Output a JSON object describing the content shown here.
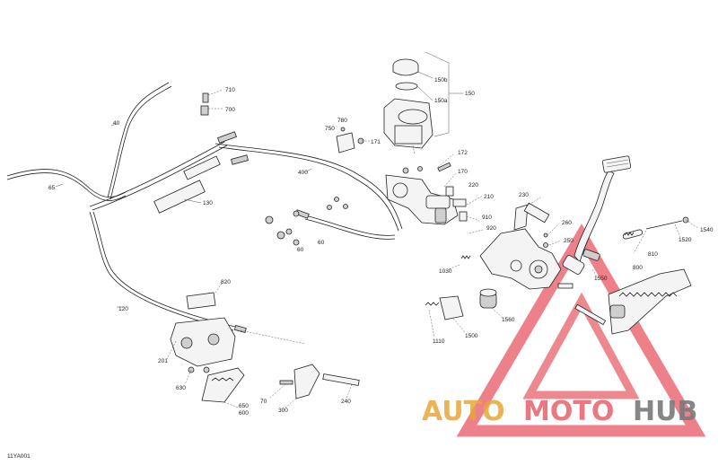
{
  "figure_code": "11YA001",
  "watermark": {
    "part_auto": "AUTO",
    "part_moto": "MOTO",
    "part_hub": "HUB",
    "triangle_color": "#e8606a",
    "auto_color": "#e8a63b",
    "hub_color": "#7a7a7a"
  },
  "callouts": {
    "c710": "710",
    "c700": "700",
    "c40": "40",
    "c65": "65",
    "c130": "130",
    "c120": "120",
    "c400": "400",
    "c60": "60",
    "c780": "780",
    "c750": "750",
    "c171": "171",
    "c150b": "150b",
    "c150a": "150a",
    "c150": "150",
    "c172": "172",
    "c170": "170",
    "c220": "220",
    "c210": "210",
    "c910": "910",
    "c920": "920",
    "c1030": "1030",
    "c230": "230",
    "c260": "260",
    "c250": "250",
    "c1540": "1540",
    "c1520": "1520",
    "c810": "810",
    "c800": "800",
    "c1550": "1550",
    "c1560": "1560",
    "c1500": "1500",
    "c1110": "1110",
    "c820": "820",
    "c201": "201",
    "c630": "630",
    "c650": "650",
    "c600": "600",
    "c70": "70",
    "c300": "300",
    "c240": "240"
  }
}
